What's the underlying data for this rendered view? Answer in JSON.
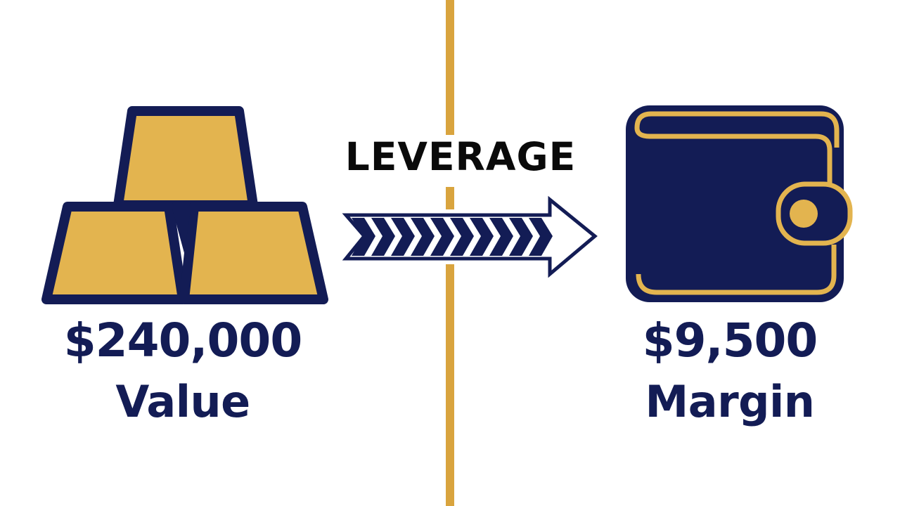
{
  "colors": {
    "navy": "#131c55",
    "gold": "#e3b44f",
    "line": "#d9a43e",
    "background": "#ffffff",
    "text_dark": "#0a0a0a"
  },
  "left": {
    "icon": "gold-bars-icon",
    "amount": "$240,000",
    "caption": "Value"
  },
  "center": {
    "label": "LEVERAGE",
    "icon": "chevron-arrow-icon"
  },
  "right": {
    "icon": "wallet-icon",
    "amount": "$9,500",
    "caption": "Margin"
  }
}
